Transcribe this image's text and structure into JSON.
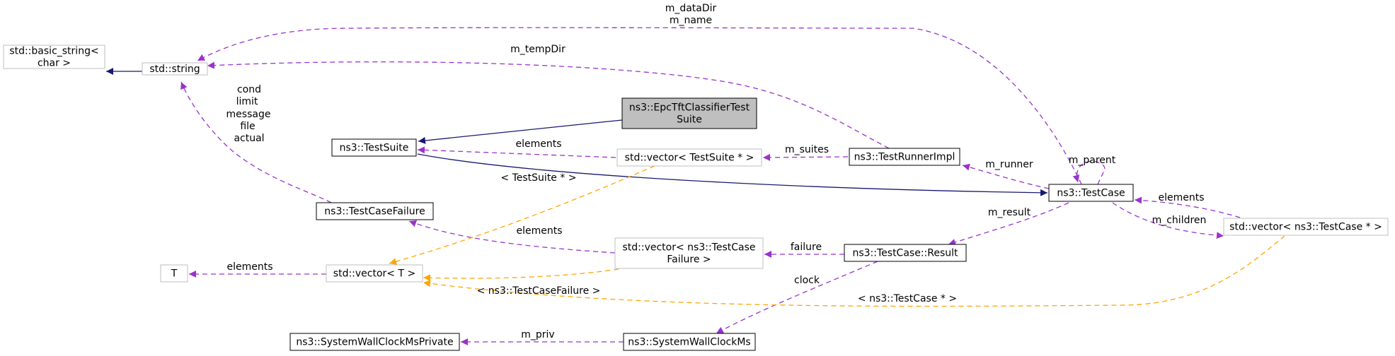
{
  "diagram": {
    "colors": {
      "inheritance": "#191970",
      "usage": "#9a32cd",
      "template": "#ffa500",
      "node_border_solid": "#000000",
      "node_border_light": "#bfbfbf",
      "highlight_fill": "#bfbfbf"
    },
    "nodes": [
      {
        "id": "basic_string",
        "lines": [
          "std::basic_string<",
          "char >"
        ],
        "style": "light"
      },
      {
        "id": "string",
        "lines": [
          "std::string"
        ],
        "style": "light"
      },
      {
        "id": "epc_suite",
        "lines": [
          "ns3::EpcTftClassifierTest",
          "Suite"
        ],
        "style": "highlight"
      },
      {
        "id": "testsuite",
        "lines": [
          "ns3::TestSuite"
        ],
        "style": "solid"
      },
      {
        "id": "vec_testsuite",
        "lines": [
          "std::vector< TestSuite * >"
        ],
        "style": "light"
      },
      {
        "id": "runnerimpl",
        "lines": [
          "ns3::TestRunnerImpl"
        ],
        "style": "solid"
      },
      {
        "id": "testcase",
        "lines": [
          "ns3::TestCase"
        ],
        "style": "solid"
      },
      {
        "id": "vec_testcase",
        "lines": [
          "std::vector< ns3::TestCase * >"
        ],
        "style": "light"
      },
      {
        "id": "tcfailure",
        "lines": [
          "ns3::TestCaseFailure"
        ],
        "style": "solid"
      },
      {
        "id": "vec_failure",
        "lines": [
          "std::vector< ns3::TestCase",
          "Failure >"
        ],
        "style": "light"
      },
      {
        "id": "result",
        "lines": [
          "ns3::TestCase::Result"
        ],
        "style": "solid"
      },
      {
        "id": "T",
        "lines": [
          "T"
        ],
        "style": "light"
      },
      {
        "id": "vec_T",
        "lines": [
          "std::vector< T >"
        ],
        "style": "light"
      },
      {
        "id": "sysclock_private",
        "lines": [
          "ns3::SystemWallClockMsPrivate"
        ],
        "style": "solid"
      },
      {
        "id": "sysclock",
        "lines": [
          "ns3::SystemWallClockMs"
        ],
        "style": "solid"
      }
    ],
    "edges": [
      {
        "id": "e-string-basic",
        "from": "string",
        "to": "basic_string",
        "kind": "inheritance"
      },
      {
        "id": "e-epc-testsuite",
        "from": "epc_suite",
        "to": "testsuite",
        "kind": "inheritance"
      },
      {
        "id": "e-testsuite-testcase",
        "from": "testsuite",
        "to": "testcase",
        "kind": "inheritance"
      },
      {
        "id": "e-testcase-string",
        "from": "testcase",
        "to": "string",
        "kind": "usage",
        "label": [
          "m_dataDir",
          "m_name"
        ]
      },
      {
        "id": "e-runner-string",
        "from": "runnerimpl",
        "to": "string",
        "kind": "usage",
        "label": [
          "m_tempDir"
        ]
      },
      {
        "id": "e-failure-string",
        "from": "tcfailure",
        "to": "string",
        "kind": "usage",
        "label": [
          "cond",
          "limit",
          "message",
          "file",
          "actual"
        ]
      },
      {
        "id": "e-vecsuite-testsuite",
        "from": "vec_testsuite",
        "to": "testsuite",
        "kind": "usage",
        "label": [
          "elements"
        ]
      },
      {
        "id": "e-runner-vecsuite",
        "from": "runnerimpl",
        "to": "vec_testsuite",
        "kind": "usage",
        "label": [
          "m_suites"
        ]
      },
      {
        "id": "e-testcase-runner",
        "from": "testcase",
        "to": "runnerimpl",
        "kind": "usage",
        "label": [
          "m_runner"
        ]
      },
      {
        "id": "e-testcase-self",
        "from": "testcase",
        "to": "testcase",
        "kind": "usage",
        "label": [
          "m_parent"
        ]
      },
      {
        "id": "e-vectc-testcase",
        "from": "vec_testcase",
        "to": "testcase",
        "kind": "usage",
        "label": [
          "elements"
        ]
      },
      {
        "id": "e-testcase-vectc",
        "from": "testcase",
        "to": "vec_testcase",
        "kind": "usage",
        "label": [
          "m_children"
        ]
      },
      {
        "id": "e-testcase-result",
        "from": "testcase",
        "to": "result",
        "kind": "usage",
        "label": [
          "m_result"
        ]
      },
      {
        "id": "e-result-vecfailure",
        "from": "result",
        "to": "vec_failure",
        "kind": "usage",
        "label": [
          "failure"
        ]
      },
      {
        "id": "e-vecfailure-tcfailure",
        "from": "vec_failure",
        "to": "tcfailure",
        "kind": "usage",
        "label": [
          "elements"
        ]
      },
      {
        "id": "e-result-sysclock",
        "from": "result",
        "to": "sysclock",
        "kind": "usage",
        "label": [
          "clock"
        ]
      },
      {
        "id": "e-sysclock-private",
        "from": "sysclock",
        "to": "sysclock_private",
        "kind": "usage",
        "label": [
          "m_priv"
        ]
      },
      {
        "id": "e-vecT-T",
        "from": "vec_T",
        "to": "T",
        "kind": "usage",
        "label": [
          "elements"
        ]
      },
      {
        "id": "e-vecsuite-vecT",
        "from": "vec_testsuite",
        "to": "vec_T",
        "kind": "template",
        "label": [
          "< TestSuite * >"
        ]
      },
      {
        "id": "e-vecfailure-vecT",
        "from": "vec_failure",
        "to": "vec_T",
        "kind": "template",
        "label": [
          "< ns3::TestCaseFailure >"
        ]
      },
      {
        "id": "e-vectc-vecT",
        "from": "vec_testcase",
        "to": "vec_T",
        "kind": "template",
        "label": [
          "< ns3::TestCase * >"
        ]
      }
    ]
  }
}
